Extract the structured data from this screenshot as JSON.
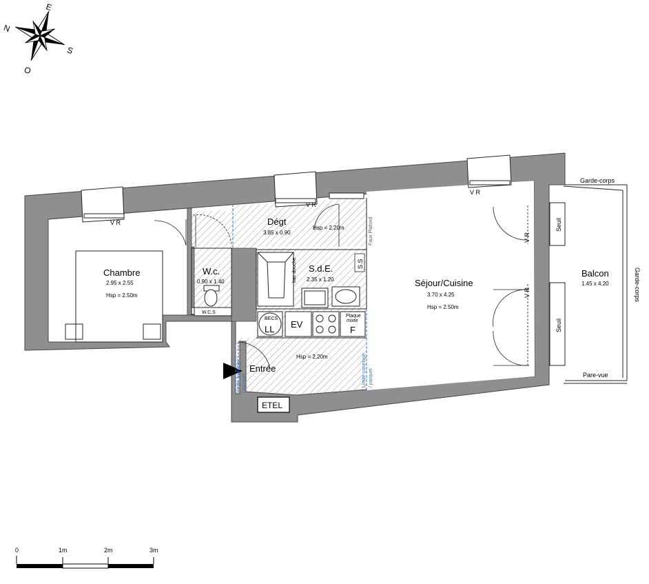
{
  "compass": {
    "n": "N",
    "e": "E",
    "s": "S",
    "o": "O"
  },
  "rooms": {
    "chambre": {
      "name": "Chambre",
      "dims": "2.95 x 2.55",
      "hsp": "Hsp = 2.50m"
    },
    "wc": {
      "name": "W.c.",
      "dims": "0.90 x 1.40",
      "equipment": "W.C.S"
    },
    "degt": {
      "name": "Dégt",
      "dims": "3.85 x 0.90",
      "hsp": "Hsp = 2.20m"
    },
    "sde": {
      "name": "S.d.E.",
      "dims": "2.35 x 1.20"
    },
    "sejour": {
      "name": "Séjour/Cuisine",
      "dims": "3.70 x 4.25",
      "hsp": "Hsp = 2.50m"
    },
    "balcon": {
      "name": "Balcon",
      "dims": "1.45 x 4.20"
    },
    "entree": {
      "name": "Entrée",
      "hsp": "Hsp = 2.20m"
    }
  },
  "labels": {
    "vr": "V R",
    "seuil": "Seuil",
    "garde_corps": "Garde-corps",
    "pare_vue": "Pare-vue",
    "faux_plafond": "Faux Plafond",
    "ss": "S.S",
    "etel": "ETEL",
    "becs": "BECS",
    "ll": "LL",
    "ev": "EV",
    "f": "F",
    "plaque": "Plaque",
    "mixte": "mixte",
    "limite_1": "Limite carrelage",
    "limite_2": "/ parquet",
    "douche": "bac douche"
  },
  "scale": {
    "ticks": [
      "0",
      "1m",
      "2m",
      "3m"
    ]
  },
  "colors": {
    "wall": "#8f8f8f",
    "wall_stroke": "#444444",
    "hatch": "#9a9a9a",
    "limit": "#3a78c8"
  }
}
